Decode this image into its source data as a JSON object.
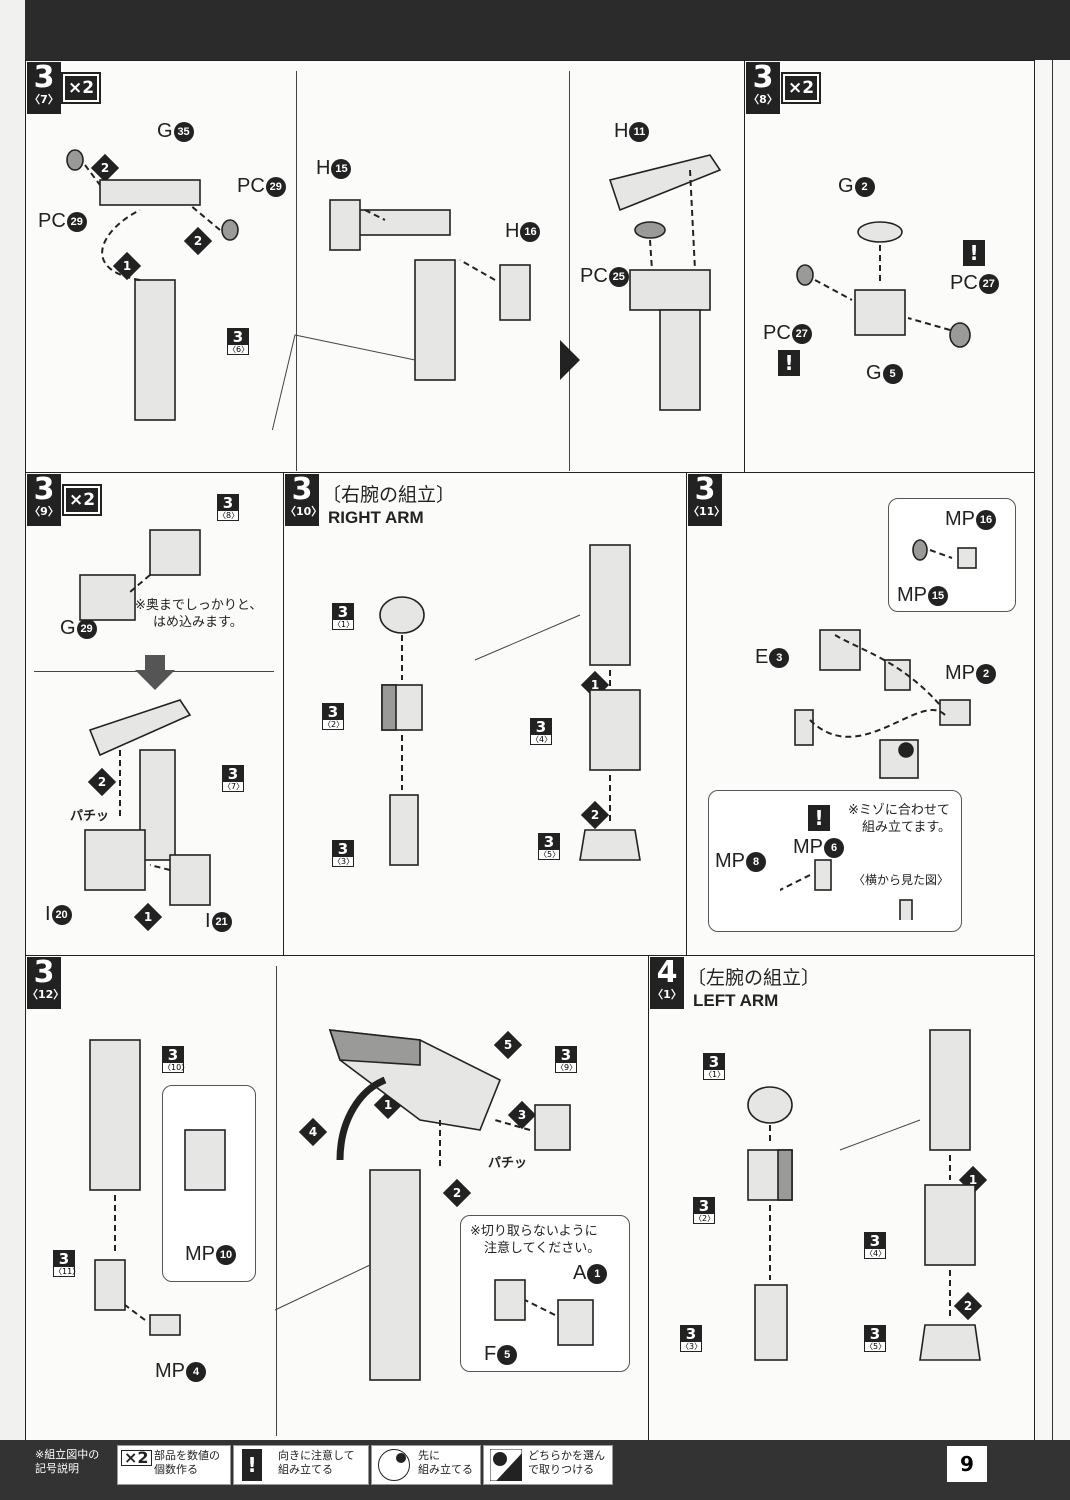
{
  "panels": {
    "p37": {
      "step": "3",
      "sub": "〈7〉",
      "mult": "×2",
      "labels": [
        {
          "t": "G",
          "n": "35"
        },
        {
          "t": "PC",
          "n": "29"
        },
        {
          "t": "PC",
          "n": "29"
        },
        {
          "t": "H",
          "n": "15"
        },
        {
          "t": "H",
          "n": "16"
        },
        {
          "t": "H",
          "n": "11"
        },
        {
          "t": "PC",
          "n": "25"
        }
      ],
      "refs": [
        {
          "n": "3",
          "s": "〈6〉"
        }
      ],
      "nums": [
        "1",
        "2",
        "2"
      ]
    },
    "p38": {
      "step": "3",
      "sub": "〈8〉",
      "mult": "×2",
      "labels": [
        {
          "t": "G",
          "n": "2"
        },
        {
          "t": "PC",
          "n": "27"
        },
        {
          "t": "PC",
          "n": "27"
        },
        {
          "t": "G",
          "n": "5"
        }
      ],
      "warn": "!"
    },
    "p39": {
      "step": "3",
      "sub": "〈9〉",
      "mult": "×2",
      "labels": [
        {
          "t": "G",
          "n": "29"
        },
        {
          "t": "I",
          "n": "20"
        },
        {
          "t": "I",
          "n": "21"
        }
      ],
      "refs": [
        {
          "n": "3",
          "s": "〈8〉"
        },
        {
          "n": "3",
          "s": "〈7〉"
        }
      ],
      "note": [
        "※奥までしっかりと、",
        "はめ込みます。"
      ],
      "snap": "パチッ",
      "nums": [
        "1",
        "2"
      ]
    },
    "p310": {
      "step": "3",
      "sub": "〈10〉",
      "title": "〔右腕の組立〕",
      "subtitle": "RIGHT ARM",
      "refs": [
        {
          "n": "3",
          "s": "〈1〉"
        },
        {
          "n": "3",
          "s": "〈2〉"
        },
        {
          "n": "3",
          "s": "〈3〉"
        },
        {
          "n": "3",
          "s": "〈4〉"
        },
        {
          "n": "3",
          "s": "〈5〉"
        }
      ],
      "nums": [
        "1",
        "2"
      ]
    },
    "p311": {
      "step": "3",
      "sub": "〈11〉",
      "labels": [
        {
          "t": "MP",
          "n": "16"
        },
        {
          "t": "MP",
          "n": "15"
        },
        {
          "t": "E",
          "n": "3"
        },
        {
          "t": "MP",
          "n": "2"
        },
        {
          "t": "MP",
          "n": "8"
        },
        {
          "t": "MP",
          "n": "6"
        }
      ],
      "note": [
        "※ミゾに合わせて",
        "組み立てます。"
      ],
      "side_view": "〈横から見た図〉"
    },
    "p312": {
      "step": "3",
      "sub": "〈12〉",
      "labels": [
        {
          "t": "MP",
          "n": "10"
        },
        {
          "t": "MP",
          "n": "4"
        },
        {
          "t": "A",
          "n": "1"
        },
        {
          "t": "F",
          "n": "5"
        }
      ],
      "refs": [
        {
          "n": "3",
          "s": "〈10〉"
        },
        {
          "n": "3",
          "s": "〈11〉"
        },
        {
          "n": "3",
          "s": "〈9〉"
        }
      ],
      "note": [
        "※切り取らないように",
        "注意してください。"
      ],
      "snap": "パチッ",
      "nums": [
        "1",
        "2",
        "3",
        "4",
        "5"
      ]
    },
    "p41": {
      "step": "4",
      "sub": "〈1〉",
      "title": "〔左腕の組立〕",
      "subtitle": "LEFT ARM",
      "refs": [
        {
          "n": "3",
          "s": "〈1〉"
        },
        {
          "n": "3",
          "s": "〈2〉"
        },
        {
          "n": "3",
          "s": "〈3〉"
        },
        {
          "n": "3",
          "s": "〈4〉"
        },
        {
          "n": "3",
          "s": "〈5〉"
        }
      ],
      "nums": [
        "1",
        "2"
      ]
    }
  },
  "footer": {
    "legend_title": [
      "※組立図中の",
      "記号説明"
    ],
    "items": [
      {
        "icon": "×2",
        "text": [
          "部品を数値の",
          "個数作る"
        ]
      },
      {
        "icon": "!",
        "text": [
          "向きに注意して",
          "組み立てる"
        ]
      },
      {
        "icon": "first",
        "text": [
          "先に",
          "組み立てる"
        ]
      },
      {
        "icon": "choice",
        "text": [
          "どちらかを選ん",
          "で取りつける"
        ]
      }
    ],
    "page": "9"
  },
  "colors": {
    "dark": "#222222",
    "part": "#d8d8d6",
    "shade": "#9a9a98"
  }
}
